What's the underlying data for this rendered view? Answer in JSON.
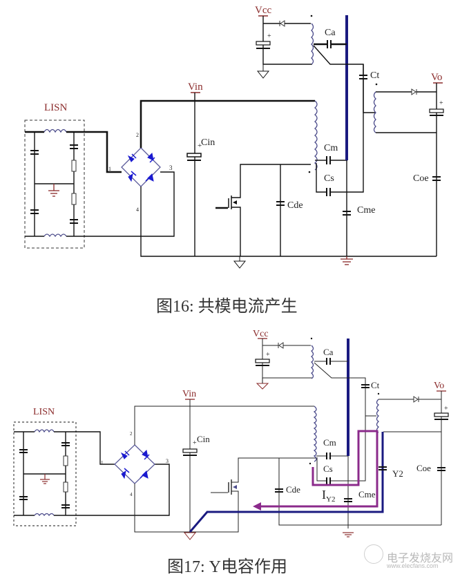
{
  "figures": [
    {
      "caption": "图16: 共模电流产生",
      "labels": {
        "lisn": "LISN",
        "vin": "Vin",
        "vcc": "Vcc",
        "vo": "Vo",
        "cin": "Cin",
        "ca": "Ca",
        "ct": "Ct",
        "cm": "Cm",
        "cs": "Cs",
        "cde": "Cde",
        "cme": "Cme",
        "coe": "Coe",
        "pin1": "1",
        "pin2": "2",
        "pin3": "3",
        "pin4": "4"
      }
    },
    {
      "caption": "图17: Y电容作用",
      "labels": {
        "lisn": "LISN",
        "vin": "Vin",
        "vcc": "Vcc",
        "vo": "Vo",
        "cin": "Cin",
        "ca": "Ca",
        "ct": "Ct",
        "cm": "Cm",
        "cs": "Cs",
        "cde": "Cde",
        "cme": "Cme",
        "coe": "Coe",
        "y2": "Y2",
        "iy2_main": "I",
        "iy2_sub": "Y2",
        "pin1": "1",
        "pin2": "2",
        "pin3": "3",
        "pin4": "4"
      }
    }
  ],
  "colors": {
    "current_path": "#8b2a8b",
    "core": "#1a1a80",
    "diode": "#1a1ad0",
    "supply_label": "#8a2a2a"
  },
  "watermark": {
    "name": "电子发烧友网",
    "url": "www.elecfans.com"
  }
}
